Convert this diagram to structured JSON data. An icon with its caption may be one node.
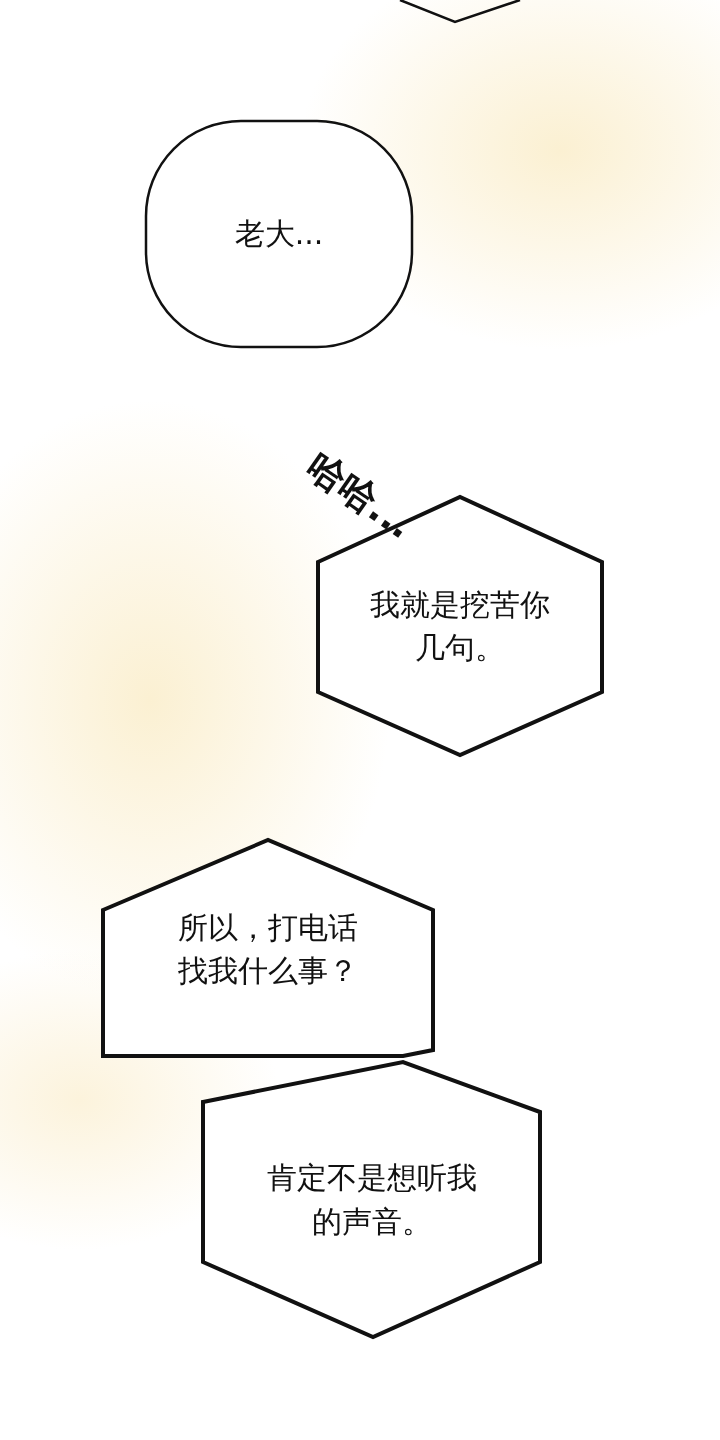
{
  "diagram": {
    "nodes": [
      {
        "text": [],
        "shape": "hexagon"
      },
      {
        "text": [
          "老大..."
        ]
      },
      {
        "text": [
          "我就是挖苦你几句。"
        ]
      },
      {
        "text": [
          "所以，打电话找我什么事？"
        ]
      },
      {
        "text": [
          "肯定不是想听我的声音。"
        ]
      }
    ],
    "edges": [],
    "labels": [
      "哈哈..."
    ]
  }
}
